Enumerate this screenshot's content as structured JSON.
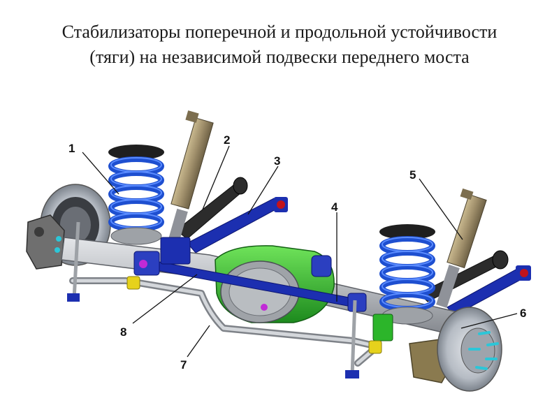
{
  "title": {
    "line1": "Стабилизаторы поперечной и продольной устойчивости",
    "line2": "(тяги) на независимой подвески переднего моста"
  },
  "callouts": {
    "c1": "1",
    "c2": "2",
    "c3": "3",
    "c4": "4",
    "c5": "5",
    "c6": "6",
    "c7": "7",
    "c8": "8"
  },
  "colors": {
    "spring": "#1e4fd0",
    "spring_light": "#5b8cff",
    "link_blue": "#1c2fb0",
    "axle": "#b5b8bd",
    "differential": "#2cb52a",
    "shock_body": "#a08f6b",
    "shock_lower": "#8f9299",
    "trailing_arm": "#2c2c2c",
    "stabilizer_bar": "#b9bcc1",
    "bushing_yellow": "#e6d21c",
    "brake_disc": "#b6bcc4",
    "caliper": "#8a7a4f",
    "wheel_studs": "#2cc6d8",
    "magenta_bolt": "#c12ad6"
  }
}
